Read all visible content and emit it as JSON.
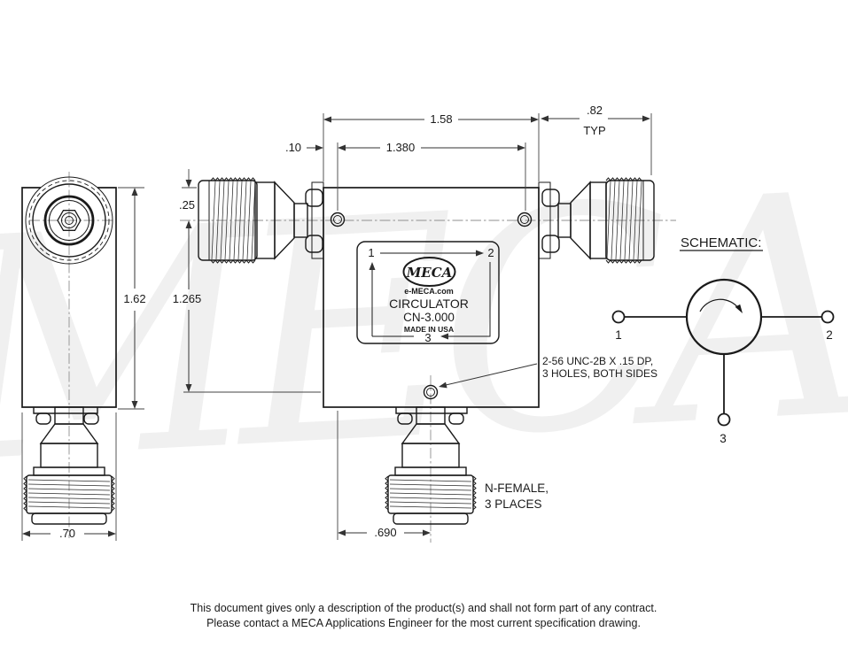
{
  "drawing": {
    "watermark": "MECA",
    "dims": {
      "body_width": "1.58",
      "conn_len": ".82",
      "conn_len_qual": "TYP",
      "hole_edge_offset": ".10",
      "hole_spacing": "1.380",
      "top_to_center": ".25",
      "center_to_hole": "1.265",
      "body_height": "1.62",
      "side_width": ".70",
      "port_offset": ".690"
    },
    "label": {
      "port1": "1",
      "port2": "2",
      "port3": "3",
      "brand": "MECA",
      "website": "e-MECA.com",
      "product": "CIRCULATOR",
      "model": "CN-3.000",
      "origin": "MADE IN USA"
    },
    "notes": {
      "screw_spec_line1": "2-56 UNC-2B X .15 DP,",
      "screw_spec_line2": "3 HOLES, BOTH SIDES",
      "connector_line1": "N-FEMALE,",
      "connector_line2": "3 PLACES"
    },
    "schematic": {
      "title": "SCHEMATIC:",
      "port1": "1",
      "port2": "2",
      "port3": "3"
    },
    "footer": {
      "line1": "This document gives only a description of the product(s) and shall not form part of any contract.",
      "line2": "Please contact a MECA Applications Engineer for the most current specification drawing."
    }
  }
}
